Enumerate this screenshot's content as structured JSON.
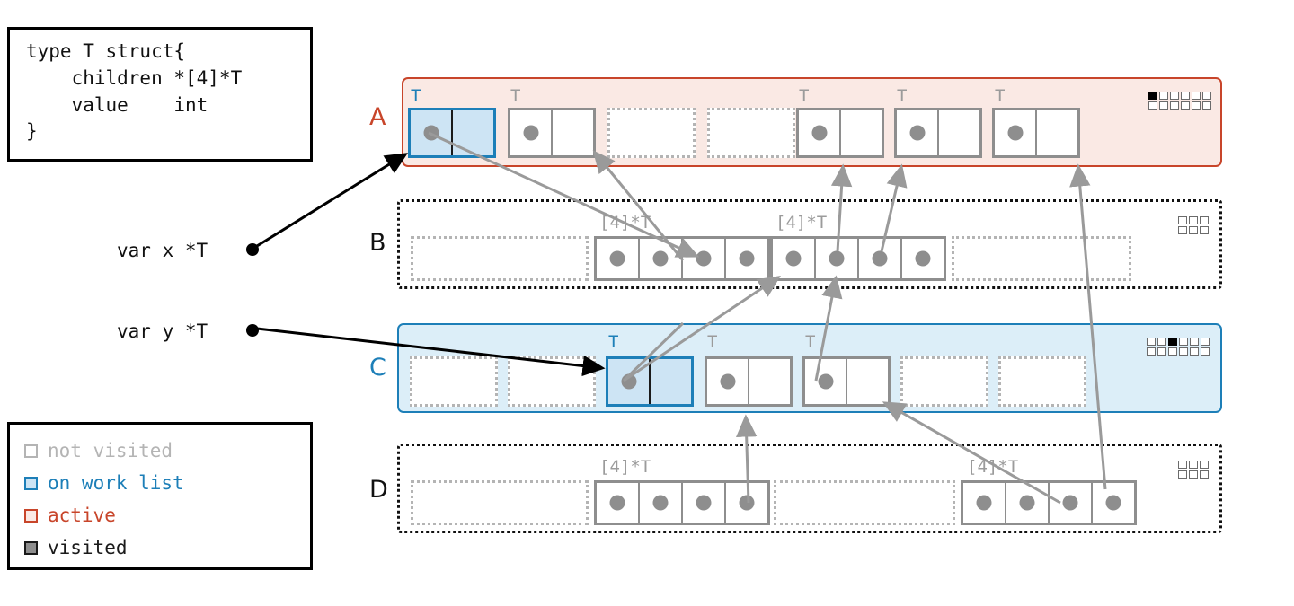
{
  "code_box": {
    "name": "go-type-declaration",
    "text": "type T struct{\n    children *[4]*T\n    value    int\n}"
  },
  "legend": {
    "title": "node state legend",
    "items": [
      {
        "label": "not visited",
        "swatch_border": "#b4b4b4",
        "swatch_fill": "#ffffff",
        "text_color": "#b4b4b4"
      },
      {
        "label": "on work list",
        "swatch_border": "#1d7fb8",
        "swatch_fill": "#cde4f4",
        "text_color": "#1d7fb8"
      },
      {
        "label": "active",
        "swatch_border": "#c8452a",
        "swatch_fill": "#fae9e4",
        "text_color": "#c8452a"
      },
      {
        "label": "visited",
        "swatch_border": "#1a1a1a",
        "swatch_fill": "#8e8e8e",
        "text_color": "#1a1a1a"
      }
    ]
  },
  "variables": [
    {
      "label": "var x *T",
      "points_to": "A.span0"
    },
    {
      "label": "var y *T",
      "points_to": "C.span2"
    }
  ],
  "colors": {
    "active_fill": "#fae9e4",
    "active_border": "#c8452a",
    "worklist_fill": "#dceef8",
    "worklist_border": "#1d7fb8",
    "gray": "#8e8e8e",
    "light_gray": "#b4b4b4",
    "black": "#111111"
  },
  "rows": [
    {
      "letter": "A",
      "letter_color": "#c8452a",
      "state": "active",
      "bitmap": {
        "cols": 6,
        "rows": 2,
        "filled": [
          0
        ]
      },
      "spans": [
        {
          "kind": "struct",
          "type_label": "T",
          "label_color": "blue",
          "selected": true,
          "has_dot": true
        },
        {
          "kind": "struct",
          "type_label": "T",
          "label_color": "gray",
          "selected": false,
          "has_dot": true
        },
        {
          "kind": "empty"
        },
        {
          "kind": "empty"
        },
        {
          "kind": "struct",
          "type_label": "T",
          "label_color": "gray",
          "selected": false,
          "has_dot": true
        },
        {
          "kind": "struct",
          "type_label": "T",
          "label_color": "gray",
          "selected": false,
          "has_dot": true
        },
        {
          "kind": "struct",
          "type_label": "T",
          "label_color": "gray",
          "selected": false,
          "has_dot": true
        }
      ]
    },
    {
      "letter": "B",
      "letter_color": "#111111",
      "state": "plain",
      "bitmap": {
        "cols": 3,
        "rows": 2,
        "filled": []
      },
      "spans": [
        {
          "kind": "empty-wide"
        },
        {
          "kind": "array",
          "type_label": "[4]*T",
          "slots": 4,
          "dots": [
            true,
            true,
            true,
            true
          ]
        },
        {
          "kind": "array",
          "type_label": "[4]*T",
          "slots": 4,
          "dots": [
            true,
            true,
            true,
            true
          ]
        },
        {
          "kind": "empty-wide"
        }
      ]
    },
    {
      "letter": "C",
      "letter_color": "#1d7fb8",
      "state": "worklist",
      "bitmap": {
        "cols": 6,
        "rows": 2,
        "filled": [
          2
        ]
      },
      "spans": [
        {
          "kind": "empty"
        },
        {
          "kind": "empty"
        },
        {
          "kind": "struct",
          "type_label": "T",
          "label_color": "blue",
          "selected": true,
          "has_dot": true
        },
        {
          "kind": "struct",
          "type_label": "T",
          "label_color": "gray",
          "selected": false,
          "has_dot": true
        },
        {
          "kind": "struct",
          "type_label": "T",
          "label_color": "gray",
          "selected": false,
          "has_dot": true
        },
        {
          "kind": "empty"
        },
        {
          "kind": "empty"
        }
      ]
    },
    {
      "letter": "D",
      "letter_color": "#111111",
      "state": "plain",
      "bitmap": {
        "cols": 3,
        "rows": 2,
        "filled": []
      },
      "spans": [
        {
          "kind": "empty-wide"
        },
        {
          "kind": "array",
          "type_label": "[4]*T",
          "slots": 4,
          "dots": [
            true,
            true,
            true,
            true
          ]
        },
        {
          "kind": "empty-wide"
        },
        {
          "kind": "array",
          "type_label": "[4]*T",
          "slots": 4,
          "dots": [
            true,
            true,
            true,
            true
          ]
        }
      ]
    }
  ],
  "pointer_edges": [
    {
      "from": "A.span0.dot",
      "to": "B.array0.slot2"
    },
    {
      "from": "A.span1.left",
      "to": "B.array0.slot0"
    },
    {
      "from": "B.array1.slot1",
      "to": "A.span4"
    },
    {
      "from": "B.array1.slot2",
      "to": "A.span5"
    },
    {
      "from": "D.array1.slot3",
      "to": "A.span6"
    },
    {
      "from": "C.span2.dot",
      "to": "B.array1.slot0"
    },
    {
      "from": "C.span3.dot",
      "to": "D.array0.slot3"
    },
    {
      "from": "C.span4.dot",
      "to": "B.array1.slot1"
    },
    {
      "from": "D.array1.slot2",
      "to": "C.span4.right"
    }
  ]
}
